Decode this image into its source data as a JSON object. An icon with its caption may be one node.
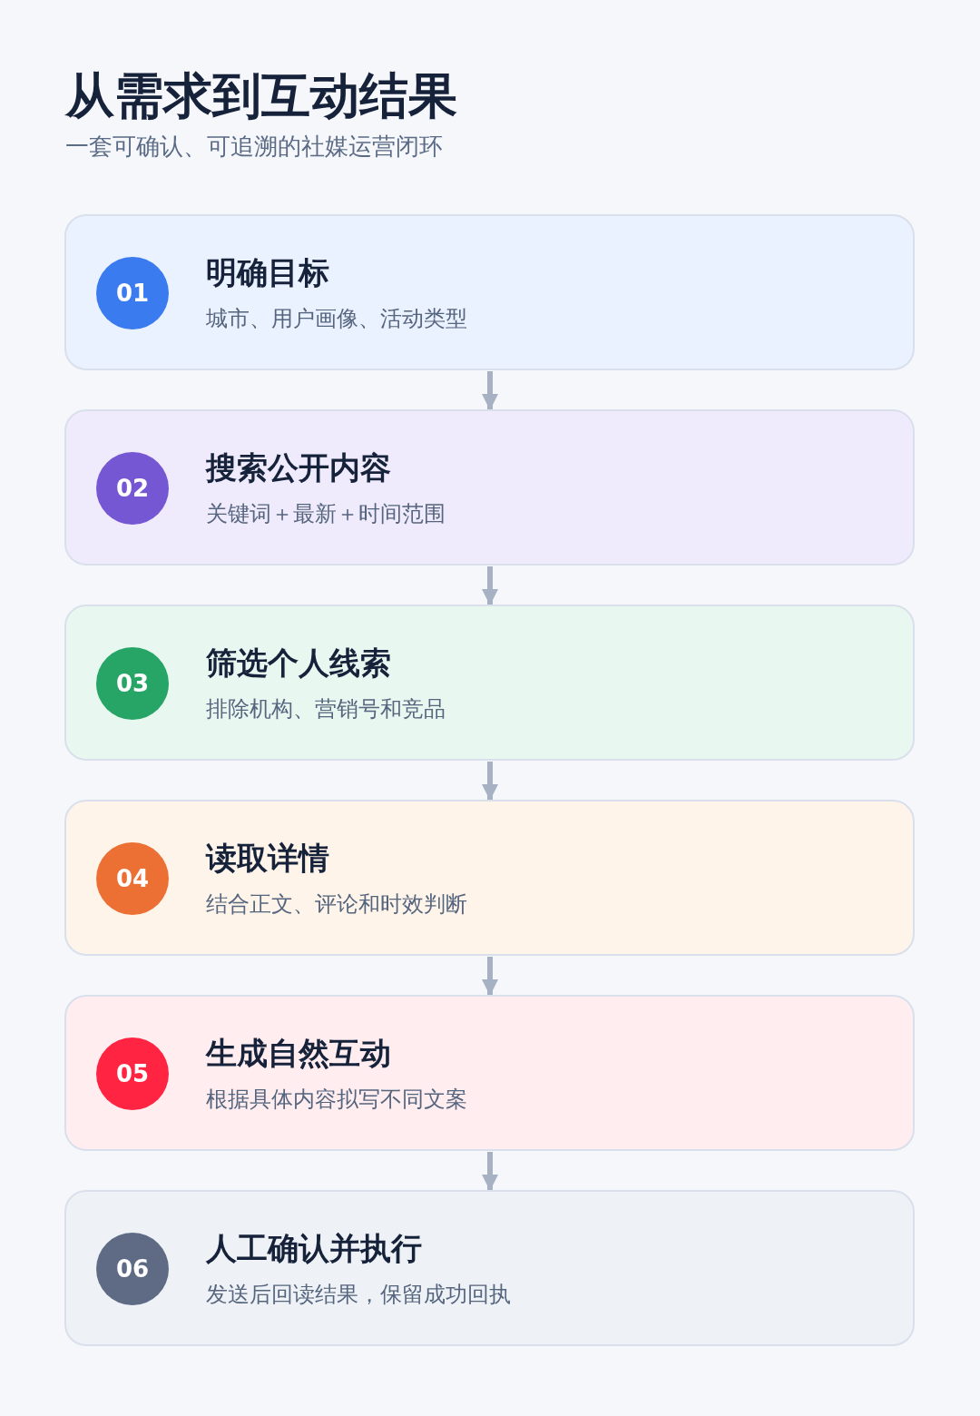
{
  "diagram": {
    "title": "从需求到互动结果",
    "caption": "一套可确认、可追溯的社媒运营闭环",
    "nodes": [
      {
        "text": [
          "明确目标",
          "城市、用户画像、活动类型"
        ]
      },
      {
        "text": [
          "01"
        ],
        "in": 0
      },
      {
        "text": [
          "搜索公开内容",
          "关键词＋最新＋时间范围"
        ]
      },
      {
        "text": [
          "02"
        ],
        "in": 2
      },
      {
        "text": [
          "筛选个人线索",
          "排除机构、营销号和竞品"
        ]
      },
      {
        "text": [
          "03"
        ],
        "in": 4
      },
      {
        "text": [
          "读取详情",
          "结合正文、评论和时效判断"
        ]
      },
      {
        "text": [
          "04"
        ],
        "in": 6
      },
      {
        "text": [
          "生成自然互动",
          "根据具体内容拟写不同文案"
        ]
      },
      {
        "text": [
          "05"
        ],
        "in": 8
      },
      {
        "text": [
          "人工确认并执行",
          "发送后回读结果，保留成功回执"
        ]
      },
      {
        "text": [
          "06"
        ],
        "in": 10
      }
    ],
    "edges": [
      {
        "from": 0,
        "to": 2,
        "arrow": "to"
      },
      {
        "from": 2,
        "to": 4,
        "arrow": "to"
      },
      {
        "from": 4,
        "to": 6,
        "arrow": "to"
      },
      {
        "from": 6,
        "to": 8,
        "arrow": "to"
      },
      {
        "from": 8,
        "to": 10,
        "arrow": "to"
      }
    ]
  }
}
